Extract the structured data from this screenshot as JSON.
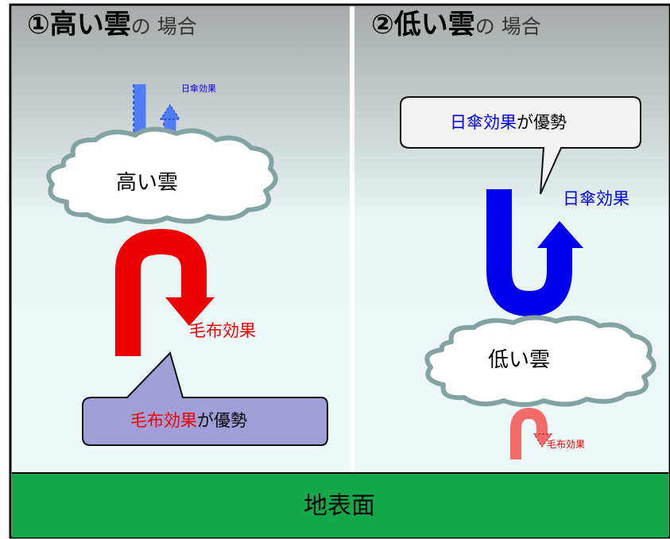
{
  "left_panel": {
    "title_main": "①高い雲",
    "title_suffix": "の 場合",
    "small_effect_label": "日傘効果",
    "cloud_label": "高い雲",
    "big_effect_label": "毛布効果",
    "callout_colored": "毛布効果",
    "callout_rest": "が優勢"
  },
  "right_panel": {
    "title_main": "②低い雲",
    "title_suffix": "の 場合",
    "callout_colored": "日傘効果",
    "callout_rest": "が優勢",
    "big_effect_label": "日傘効果",
    "cloud_label": "低い雲",
    "small_effect_label": "毛布効果"
  },
  "ground": {
    "label": "地表面"
  },
  "colors": {
    "sunshade_blue": "#0000ee",
    "sunshade_faded": "#4f7df5",
    "blanket_red": "#ee0000",
    "blanket_faded": "#f26a6a",
    "ground_green": "#13a84a",
    "callout_purple": "#a09fd8",
    "callout_grey": "#f2f2f2",
    "cloud_outline": "#83a3a3"
  }
}
